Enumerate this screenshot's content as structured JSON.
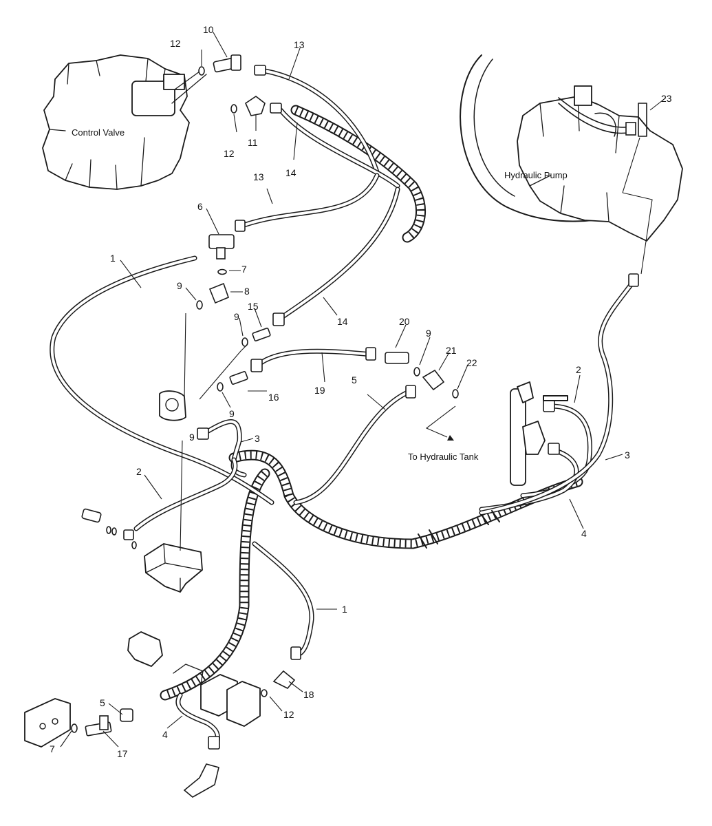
{
  "components": {
    "control_valve": "Control Valve",
    "hydraulic_pump": "Hydraulic Pump",
    "hydraulic_tank_note": "To Hydraulic Tank"
  },
  "callouts": [
    "1",
    "1",
    "2",
    "2",
    "3",
    "3",
    "4",
    "4",
    "5",
    "5",
    "6",
    "7",
    "7",
    "8",
    "9",
    "9",
    "9",
    "9",
    "9",
    "10",
    "11",
    "12",
    "12",
    "12",
    "13",
    "13",
    "14",
    "14",
    "15",
    "16",
    "17",
    "18",
    "19",
    "20",
    "21",
    "22",
    "23"
  ]
}
